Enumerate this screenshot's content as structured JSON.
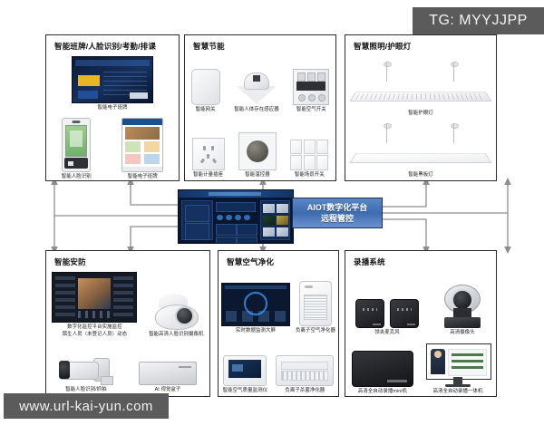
{
  "watermarks": {
    "tg_tag": "TG: MYYJJPP",
    "url_tag": "www.url-kai-yun.com"
  },
  "center": {
    "label_line1": "AIOT数字化平台",
    "label_line2": "远程管控",
    "dashboard_name": "aiot-platform-dashboard",
    "label_bg_color": "#4a77ba",
    "label_border_color": "#17305c",
    "label_text_color": "#ffffff"
  },
  "diagram": {
    "connector_color": "#8b8d91",
    "panel_border_color": "#2b2b2b"
  },
  "panels": [
    {
      "id": "smart-classroom",
      "title": "智能班牌/人脸识别/考勤/排课",
      "rows": [
        {
          "items": [
            {
              "caption": "智能电子班牌",
              "art": "board"
            }
          ]
        },
        {
          "items": [
            {
              "caption": "智能人脸识别",
              "art": "face-terminal"
            },
            {
              "caption": "智能电子班牌",
              "art": "tall-display"
            }
          ]
        }
      ]
    },
    {
      "id": "smart-energy",
      "title": "智慧节能",
      "rows": [
        {
          "items": [
            {
              "caption": "智能网关",
              "art": "gateway"
            },
            {
              "caption": "智能人体存在感应器",
              "art": "presence-sensor"
            },
            {
              "caption": "智能空气开关",
              "art": "breaker"
            }
          ]
        },
        {
          "items": [
            {
              "caption": "智能计量插座",
              "art": "socket"
            },
            {
              "caption": "智能温控器",
              "art": "thermostat"
            },
            {
              "caption": "智能场景开关",
              "art": "scene-switch"
            }
          ]
        }
      ]
    },
    {
      "id": "smart-lighting",
      "title": "智慧照明/护眼灯",
      "rows": [
        {
          "items": [
            {
              "caption": "智能护眼灯",
              "art": "pendant-ribbed"
            }
          ]
        },
        {
          "items": [
            {
              "caption": "智能黑板灯",
              "art": "pendant-flat"
            }
          ]
        }
      ]
    },
    {
      "id": "smart-security",
      "title": "智能安防",
      "rows": [
        {
          "items": [
            {
              "caption": "数字化监控平台实施监控\n陌生人员（未登记人员）动态",
              "art": "security-wall"
            },
            {
              "caption": "智能高清人脸识别摄像机",
              "art": "dome-camera"
            }
          ]
        },
        {
          "items": [
            {
              "caption": "智能人脸识别/抓拍",
              "art": "bullet-camera"
            },
            {
              "caption": "AI 视觉盒子",
              "art": "ai-box"
            }
          ]
        }
      ]
    },
    {
      "id": "smart-air-purification",
      "title": "智慧空气净化",
      "rows": [
        {
          "items": [
            {
              "caption": "实时数据监测大屏",
              "art": "air-screen"
            },
            {
              "caption": "负离子空气净化器",
              "art": "air-purifier"
            }
          ]
        },
        {
          "items": [
            {
              "caption": "智能空气质量监测仪",
              "art": "wall-monitor"
            },
            {
              "caption": "负离子杀菌净化器",
              "art": "purifier-bar"
            }
          ]
        }
      ]
    },
    {
      "id": "recording-system",
      "title": "录播系统",
      "rows": [
        {
          "items": [
            {
              "caption": "领夹麦克风",
              "art": "lavalier-mics"
            },
            {
              "caption": "高清摄像头",
              "art": "ptz-camera"
            }
          ]
        },
        {
          "items": [
            {
              "caption": "高清全自动录播mini机",
              "art": "mini-recorder"
            },
            {
              "caption": "高清全自动录播一体机",
              "art": "aio-recorder"
            }
          ]
        }
      ]
    }
  ]
}
